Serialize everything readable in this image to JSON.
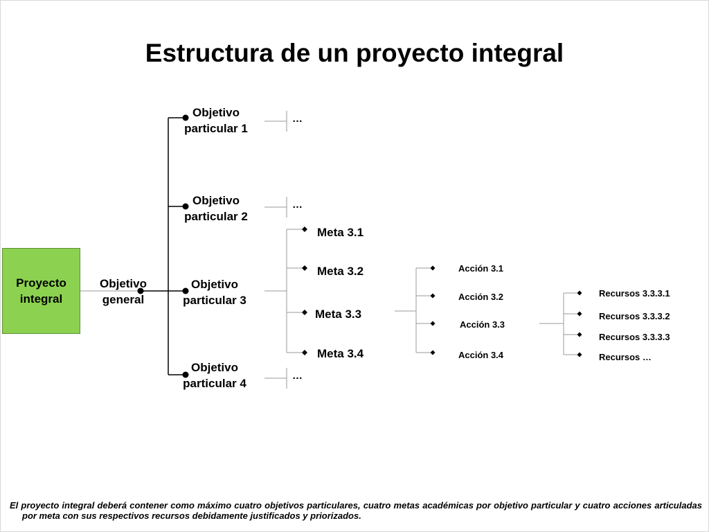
{
  "title": "Estructura de un proyecto integral",
  "root": {
    "line1": "Proyecto",
    "line2": "integral"
  },
  "general": {
    "line1": "Objetivo",
    "line2": "general"
  },
  "objectives": [
    {
      "line1": "Objetivo",
      "line2": "particular 1"
    },
    {
      "line1": "Objetivo",
      "line2": "particular 2"
    },
    {
      "line1": "Objetivo",
      "line2": "particular 3"
    },
    {
      "line1": "Objetivo",
      "line2": "particular 4"
    }
  ],
  "ellipsis": "…",
  "metas": [
    "Meta 3.1",
    "Meta 3.2",
    "Meta 3.3",
    "Meta 3.4"
  ],
  "acciones": [
    "Acción 3.1",
    "Acción 3.2",
    "Acción 3.3",
    "Acción 3.4"
  ],
  "recursos": [
    "Recursos 3.3.3.1",
    "Recursos 3.3.3.2",
    "Recursos 3.3.3.3",
    "Recursos …"
  ],
  "footnote": "El proyecto integral deberá contener como máximo cuatro objetivos particulares, cuatro metas académicas por objetivo particular y cuatro acciones articuladas por meta con sus respectivos recursos debidamente justificados y priorizados.",
  "colors": {
    "root_fill": "#8cd250",
    "root_border": "#5e8f34",
    "line": "#9a9a9a"
  }
}
